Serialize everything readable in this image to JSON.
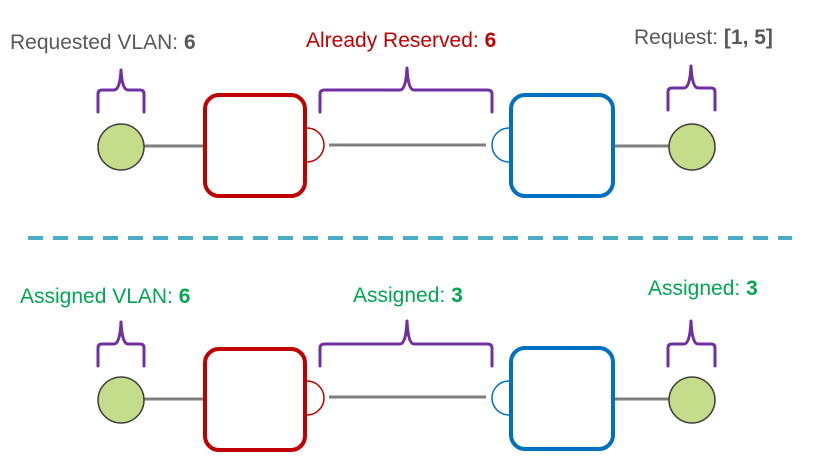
{
  "colors": {
    "gray_text": "#595959",
    "red": "#c00000",
    "blue": "#0070c0",
    "green_text": "#00a651",
    "endpoint_fill": "#c5dc8a",
    "bracket": "#7030a0",
    "divider": "#4bacc6",
    "link": "#7f7f7f"
  },
  "top": {
    "left_label": "Requested VLAN: ",
    "left_value": "6",
    "middle_label": "Already Reserved: ",
    "middle_value": "6",
    "right_label": "Request: ",
    "right_value": "[1, 5]"
  },
  "bottom": {
    "left_label": "Assigned VLAN: ",
    "left_value": "6",
    "middle_label": "Assigned: ",
    "middle_value": "3",
    "right_label": "Assigned: ",
    "right_value": "3"
  }
}
